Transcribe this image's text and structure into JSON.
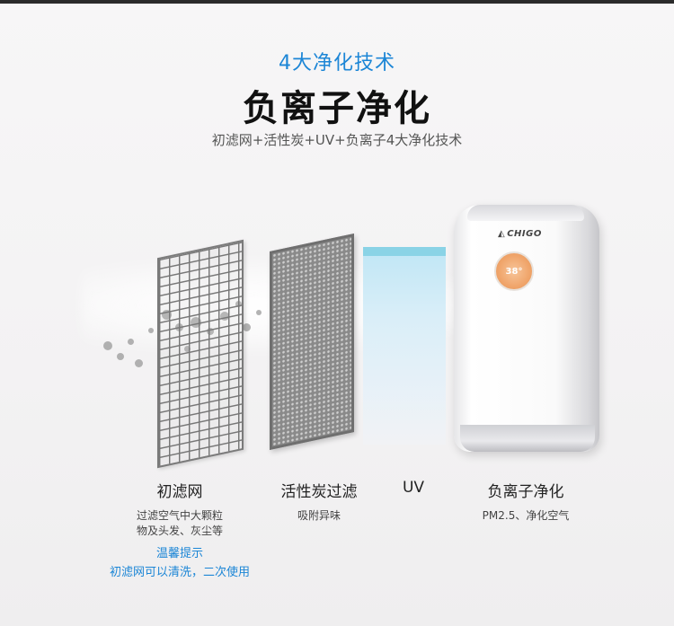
{
  "header": {
    "subtitle": "4大净化技术",
    "title": "负离子净化",
    "description": "初滤网+活性炭+UV+负离子4大净化技术"
  },
  "product": {
    "brand": "CHIGO",
    "display_value": "38°"
  },
  "stages": [
    {
      "name": "初滤网",
      "note_lines": [
        "过滤空气中大颗粒",
        "物及头发、灰尘等"
      ]
    },
    {
      "name": "活性炭过滤",
      "note_lines": [
        "吸附异味"
      ]
    },
    {
      "name": "UV",
      "note_lines": []
    },
    {
      "name": "负离子净化",
      "note_lines": [
        "PM2.5、净化空气"
      ]
    }
  ],
  "tip": {
    "title": "温馨提示",
    "text": "初滤网可以清洗，二次使用"
  },
  "colors": {
    "accent_blue": "#1c86d6",
    "uv_cyan": "#8ad3e6",
    "dial_orange": "#f0a56b"
  }
}
